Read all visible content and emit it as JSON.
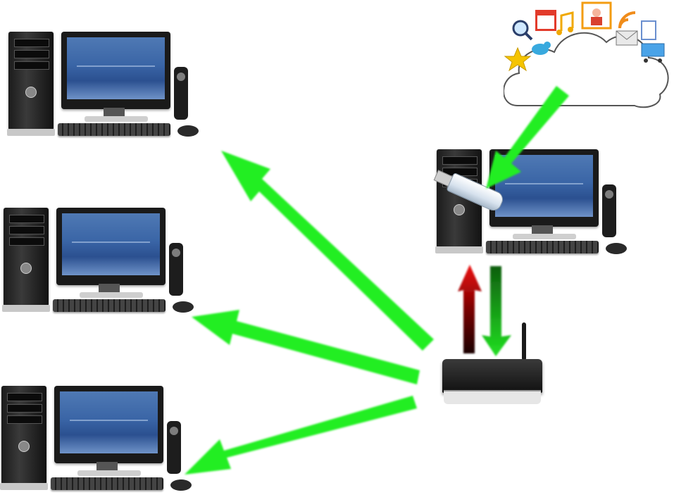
{
  "diagram": {
    "nodes": [
      {
        "id": "pc-left-top",
        "kind": "desktop-computer"
      },
      {
        "id": "pc-left-middle",
        "kind": "desktop-computer"
      },
      {
        "id": "pc-left-bottom",
        "kind": "desktop-computer"
      },
      {
        "id": "pc-source",
        "kind": "desktop-computer",
        "attachment": "usb-flash-drive-icon"
      },
      {
        "id": "router",
        "kind": "wireless-router"
      },
      {
        "id": "cloud",
        "kind": "cloud-storage",
        "icons": [
          "magnifier-icon",
          "calendar-icon",
          "music-note-icon",
          "photo-icon",
          "rss-icon",
          "mail-icon",
          "shopping-cart-icon",
          "star-icon",
          "bird-icon",
          "document-icon"
        ]
      }
    ],
    "edges": [
      {
        "from": "cloud",
        "to": "pc-source",
        "color": "#22ee22"
      },
      {
        "from": "pc-source",
        "to": "router",
        "color": "#22cc22"
      },
      {
        "from": "router",
        "to": "pc-source",
        "color": "#cc1111"
      },
      {
        "from": "router",
        "to": "pc-left-top",
        "color": "#22ee22"
      },
      {
        "from": "router",
        "to": "pc-left-middle",
        "color": "#22ee22"
      },
      {
        "from": "router",
        "to": "pc-left-bottom",
        "color": "#22ee22"
      }
    ]
  }
}
